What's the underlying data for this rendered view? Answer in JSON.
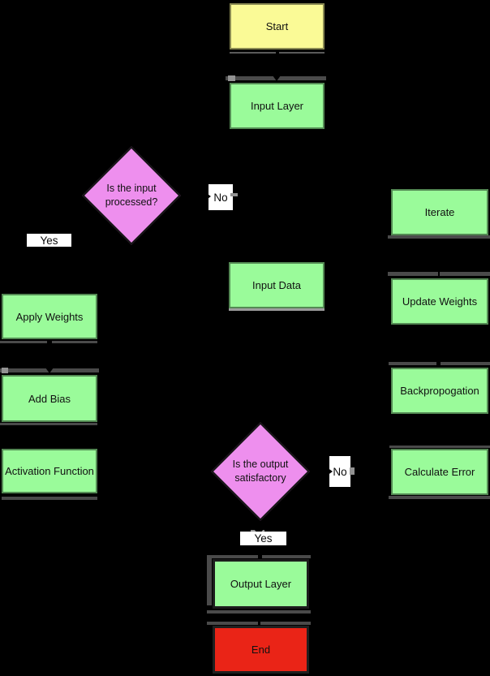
{
  "diagram": {
    "background": "#000000",
    "colors": {
      "start_fill": "#fafa96",
      "process_fill": "#9afb9a",
      "decision_fill": "#ee8fee",
      "end_fill": "#ea2417",
      "edge_label_bg": "#ffffff",
      "connector_gray": "#4a4a4a",
      "text": "#111111"
    },
    "nodes": {
      "start": {
        "label": "Start"
      },
      "input_layer": {
        "label": "Input Layer"
      },
      "decision_input": {
        "label": "Is the input processed?"
      },
      "iterate": {
        "label": "Iterate"
      },
      "input_data": {
        "label": "Input Data"
      },
      "update_weights": {
        "label": "Update Weights"
      },
      "apply_weights": {
        "label": "Apply Weights"
      },
      "add_bias": {
        "label": "Add Bias"
      },
      "backpropogation": {
        "label": "Backpropogation"
      },
      "activation_function": {
        "label": "Activation Function"
      },
      "calculate_error": {
        "label": "Calculate Error"
      },
      "decision_output": {
        "label": "Is the output satisfactory"
      },
      "output_layer": {
        "label": "Output Layer"
      },
      "end": {
        "label": "End"
      }
    },
    "edge_labels": {
      "yes_input": "Yes",
      "no_input": "No",
      "yes_output": "Yes",
      "no_output": "No"
    }
  }
}
